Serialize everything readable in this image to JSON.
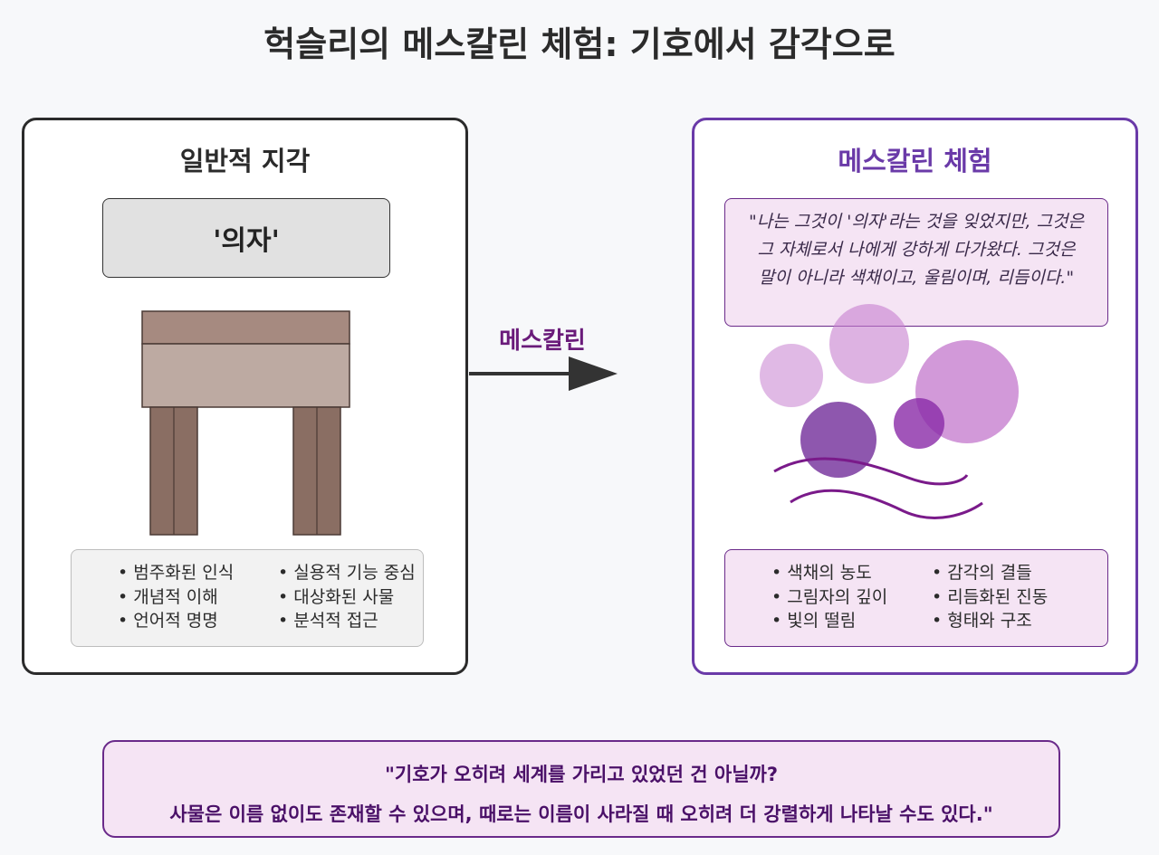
{
  "title": "헉슬리의 메스칼린 체험: 기호에서 감각으로",
  "left_panel": {
    "title": "일반적 지각",
    "word": "'의자'",
    "list_col1": [
      "범주화된 인식",
      "개념적 이해",
      "언어적 명명"
    ],
    "list_col2": [
      "실용적 기능 중심",
      "대상화된 사물",
      "분석적 접근"
    ]
  },
  "arrow": {
    "label": "메스칼린"
  },
  "right_panel": {
    "title": "메스칼린 체험",
    "quote_lines": [
      "\"나는 그것이 '의자'라는 것을 잊었지만, 그것은",
      "그 자체로서 나에게 강하게 다가왔다. 그것은",
      "말이 아니라 색채이고, 울림이며, 리듬이다.\""
    ],
    "list_col1": [
      "색채의 농도",
      "그림자의 깊이",
      "빛의 떨림"
    ],
    "list_col2": [
      "감각의 결들",
      "리듬화된 진동",
      "형태와 구조"
    ]
  },
  "bottom_quote": {
    "line1": "\"기호가 오히려 세계를 가리고 있었던 건 아닐까?",
    "line2": "사물은 이름 없이도 존재할 수 있으며, 때로는 이름이 사라질 때 오히려 더 강렬하게 나타날 수도 있다.\""
  },
  "colors": {
    "accent_purple": "#6a3aa8",
    "quote_bg": "#f5e4f4",
    "chair_wood": "#8a6e63"
  }
}
